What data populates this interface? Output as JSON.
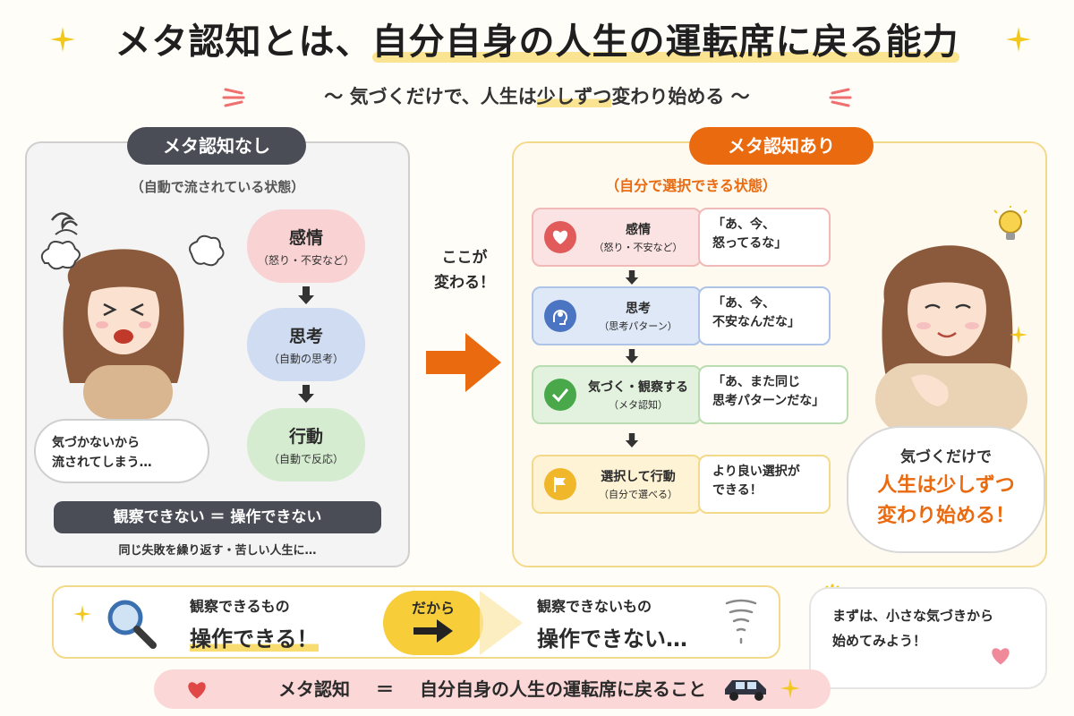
{
  "header": {
    "title_pre": "メタ認知とは、",
    "title_highlight": "自分自身の人生の運転席に戻る能力",
    "subtitle_pre": "〜 気づくだけで、人生は",
    "subtitle_highlight": "少しずつ",
    "subtitle_post": "変わり始める 〜"
  },
  "left_panel": {
    "label": "メタ認知なし",
    "sublabel": "（自動で流されている状態）",
    "flow": [
      {
        "title": "感情",
        "sub": "（怒り・不安など）"
      },
      {
        "title": "思考",
        "sub": "（自動の思考）"
      },
      {
        "title": "行動",
        "sub": "（自動で反応）"
      }
    ],
    "thought_bubble": [
      "気づかないから",
      "流されてしまう…"
    ],
    "bar": "観察できない ＝ 操作できない",
    "note": "同じ失敗を繰り返す・苦しい人生に…"
  },
  "middle": {
    "label": [
      "ここが",
      "変わる！"
    ]
  },
  "right_panel": {
    "label": "メタ認知あり",
    "sublabel": "（自分で選択できる状態）",
    "flow": [
      {
        "title": "感情",
        "sub": "（怒り・不安など）",
        "quote": [
          "「あ、今、",
          "怒ってるな」"
        ]
      },
      {
        "title": "思考",
        "sub": "（思考パターン）",
        "quote": [
          "「あ、今、",
          "不安なんだな」"
        ]
      },
      {
        "title": "気づく・観察する",
        "sub": "（メタ認知）",
        "quote": [
          "「あ、また同じ",
          "思考パターンだな」"
        ]
      },
      {
        "title": "選択して行動",
        "sub": "（自分で選べる）",
        "quote": [
          "より良い選択が",
          "できる！"
        ]
      }
    ],
    "cloud": [
      "気づくだけで",
      "人生は少しずつ",
      "変わり始める！"
    ]
  },
  "bottom": {
    "left_small": "観察できるもの",
    "left_big": "操作できる！",
    "middle": "だから",
    "right_small": "観察できないもの",
    "right_big": "操作できない…",
    "card": [
      "まずは、小さな気づきから",
      "始めてみよう！"
    ],
    "bar_left": "メタ認知",
    "bar_eq": "＝",
    "bar_right": "自分自身の人生の運転席に戻ること"
  },
  "colors": {
    "accent_orange": "#ea6a10",
    "accent_yellow": "#f7cd3a",
    "dark_gray": "#4a4d55"
  }
}
